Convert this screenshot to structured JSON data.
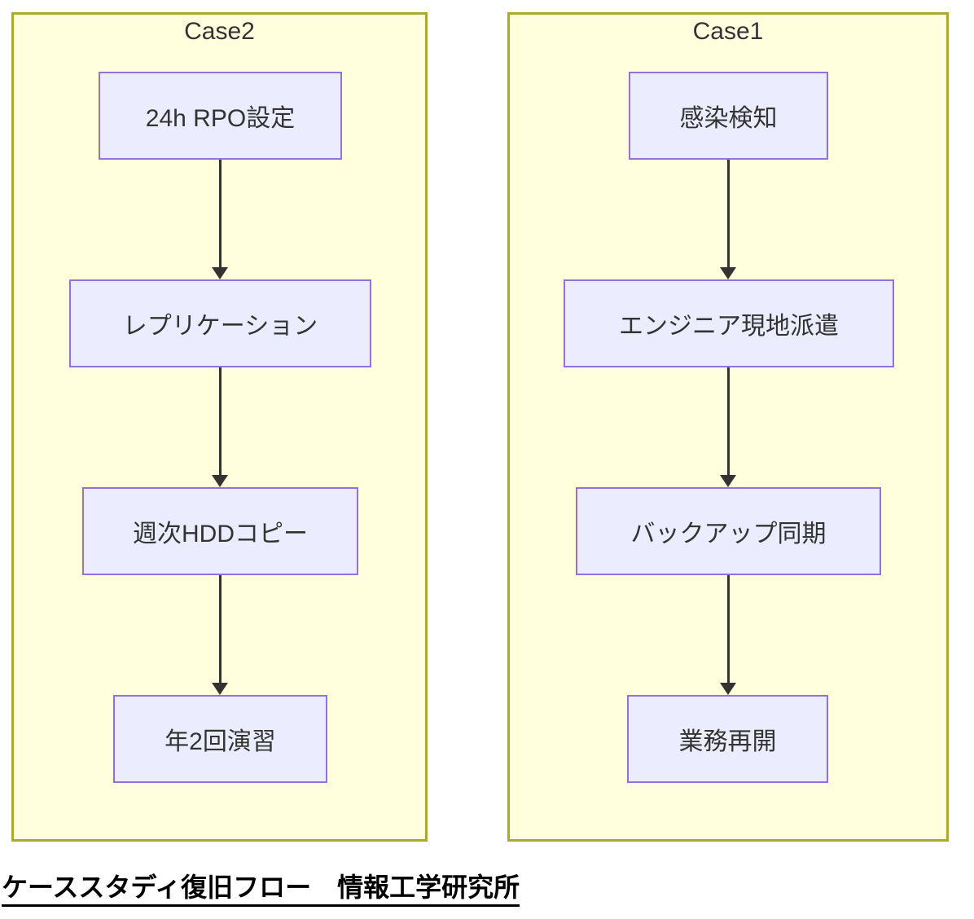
{
  "diagram": {
    "type": "flowchart",
    "caption": "ケーススタディ復旧フロー　情報工学研究所",
    "clusters": [
      {
        "label": "Case2",
        "nodes": [
          {
            "label": "24h RPO設定"
          },
          {
            "label": "レプリケーション"
          },
          {
            "label": "週次HDDコピー"
          },
          {
            "label": "年2回演習"
          }
        ]
      },
      {
        "label": "Case1",
        "nodes": [
          {
            "label": "感染検知"
          },
          {
            "label": "エンジニア現地派遣"
          },
          {
            "label": "バックアップ同期"
          },
          {
            "label": "業務再開"
          }
        ]
      }
    ],
    "colors": {
      "cluster_fill": "#ffffde",
      "cluster_border": "#aaaa33",
      "node_fill": "#ececff",
      "node_border": "#9370db",
      "edge_color": "#333333",
      "text_color": "#333333"
    }
  }
}
